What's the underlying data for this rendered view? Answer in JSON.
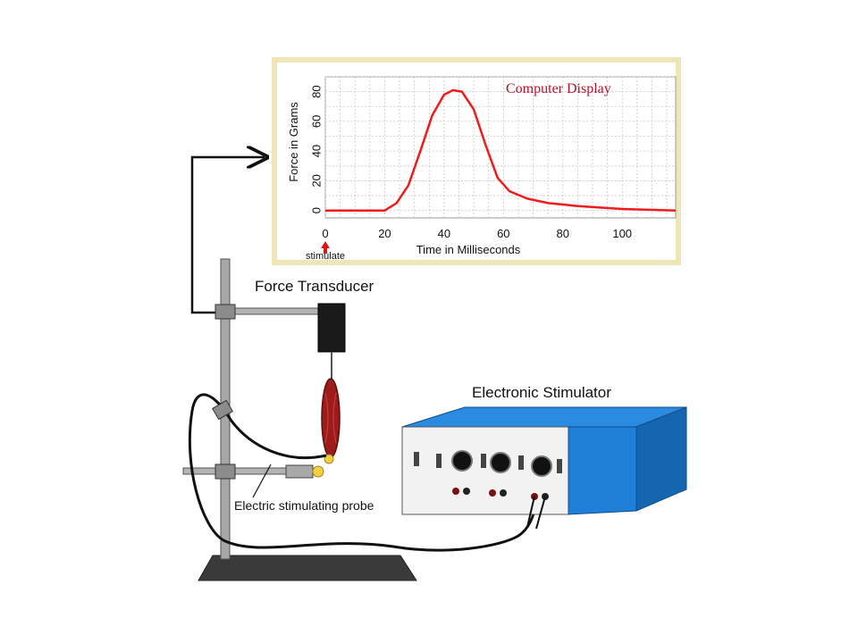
{
  "labels": {
    "force_transducer": "Force Transducer",
    "electronic_stimulator": "Electronic Stimulator",
    "electric_stimulating_probe": "Electric stimulating probe",
    "computer_display": "Computer Display",
    "stimulate": "stimulate"
  },
  "colors": {
    "curve": "#ee1c1c",
    "display_border": "#efe6b8",
    "stimulator_body": "#1f7fd6",
    "stimulator_face": "#f2f2f2",
    "muscle": "#9e1b1b",
    "title_red": "#b5122a"
  },
  "chart_data": {
    "type": "line",
    "title": "Computer Display",
    "xlabel": "Time in Milliseconds",
    "ylabel": "Force in Grams",
    "xlim": [
      0,
      118
    ],
    "ylim": [
      -5,
      90
    ],
    "x_ticks": [
      0,
      20,
      40,
      60,
      80,
      100
    ],
    "y_ticks": [
      0,
      20,
      40,
      60,
      80
    ],
    "grid": true,
    "annotations": [
      "stimulate"
    ],
    "series": [
      {
        "x": [
          0,
          20,
          24,
          28,
          32,
          36,
          40,
          43,
          46,
          50,
          54,
          58,
          62,
          68,
          75,
          85,
          100,
          118
        ],
        "y": [
          0,
          0,
          5,
          17,
          40,
          64,
          78,
          81,
          80,
          68,
          44,
          22,
          13,
          8,
          5,
          3,
          1,
          0
        ]
      }
    ]
  }
}
